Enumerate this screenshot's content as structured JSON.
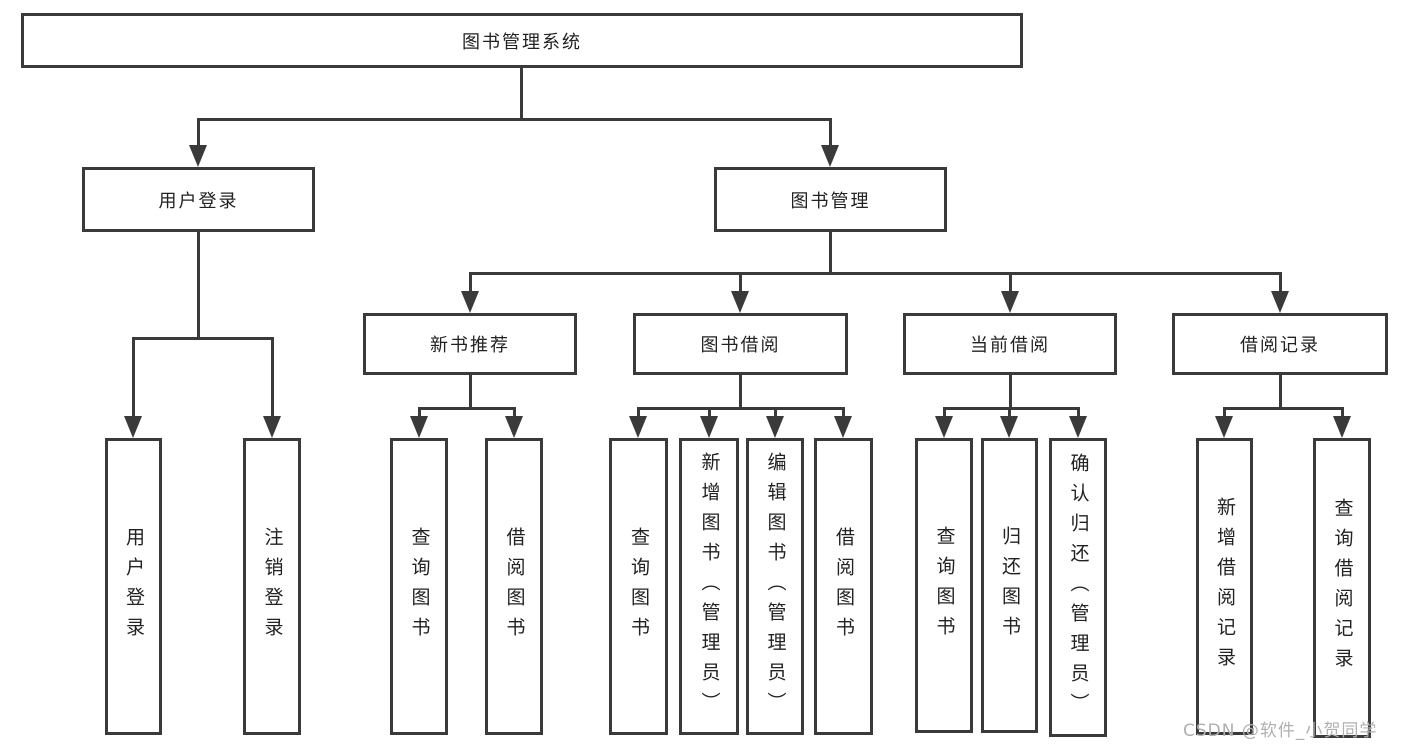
{
  "tree": {
    "label": "图书管理系统",
    "children": [
      {
        "label": "用户登录",
        "children": [
          {
            "label": "用户登录"
          },
          {
            "label": "注销登录"
          }
        ]
      },
      {
        "label": "图书管理",
        "children": [
          {
            "label": "新书推荐",
            "children": [
              {
                "label": "查询图书"
              },
              {
                "label": "借阅图书"
              }
            ]
          },
          {
            "label": "图书借阅",
            "children": [
              {
                "label": "查询图书"
              },
              {
                "label": "新增图书（管理员）"
              },
              {
                "label": "编辑图书（管理员）"
              },
              {
                "label": "借阅图书"
              }
            ]
          },
          {
            "label": "当前借阅",
            "children": [
              {
                "label": "查询图书"
              },
              {
                "label": "归还图书"
              },
              {
                "label": "确认归还（管理员）"
              }
            ]
          },
          {
            "label": "借阅记录",
            "children": [
              {
                "label": "新增借阅记录"
              },
              {
                "label": "查询借阅记录"
              }
            ]
          }
        ]
      }
    ]
  },
  "watermark": {
    "text": "CSDN @软件_小贺同学"
  },
  "colors": {
    "line": "#3a3a3a",
    "node_border": "#3a3a3a",
    "node_background": "#ffffff",
    "text": "#222222",
    "watermark": "#b0b0b0",
    "background": "#ffffff"
  }
}
